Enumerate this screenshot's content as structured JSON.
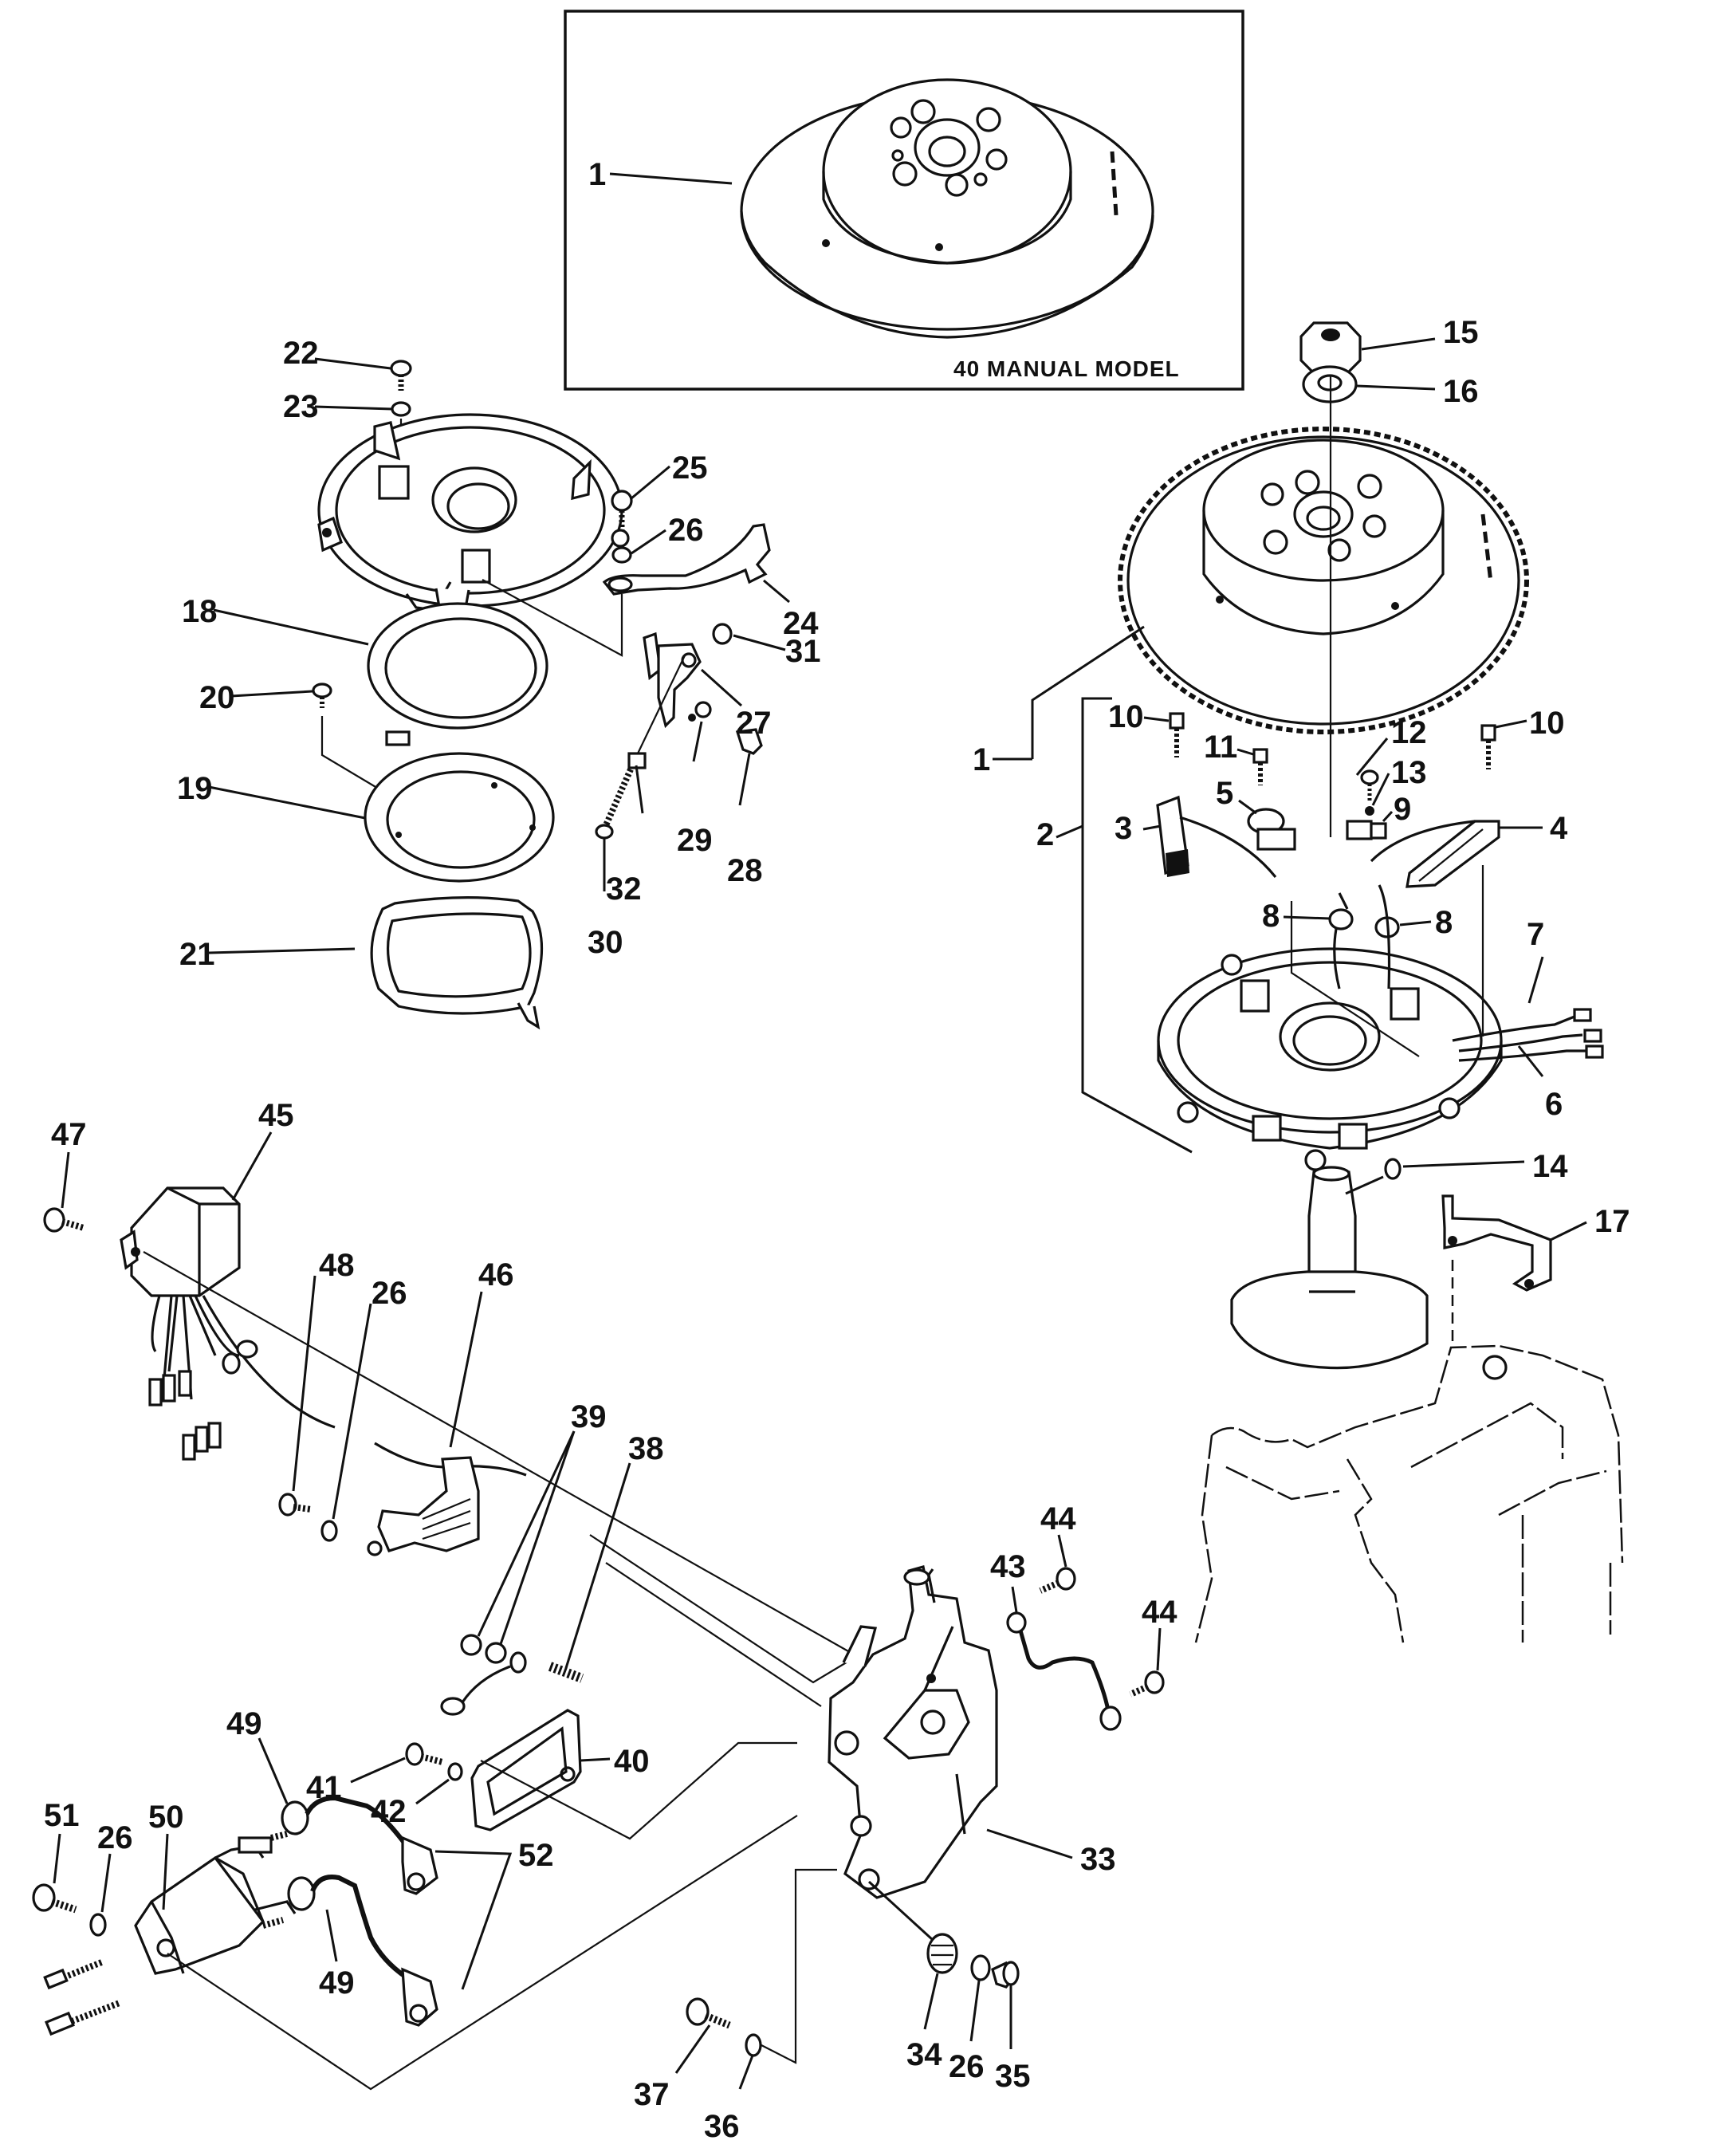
{
  "inset": {
    "caption": "40 MANUAL MODEL",
    "callout": "1"
  },
  "callouts": [
    {
      "id": "c1a",
      "text": "1"
    },
    {
      "id": "c2",
      "text": "2"
    },
    {
      "id": "c3",
      "text": "3"
    },
    {
      "id": "c4",
      "text": "4"
    },
    {
      "id": "c5",
      "text": "5"
    },
    {
      "id": "c6",
      "text": "6"
    },
    {
      "id": "c7",
      "text": "7"
    },
    {
      "id": "c8a",
      "text": "8"
    },
    {
      "id": "c8b",
      "text": "8"
    },
    {
      "id": "c9",
      "text": "9"
    },
    {
      "id": "c10a",
      "text": "10"
    },
    {
      "id": "c10b",
      "text": "10"
    },
    {
      "id": "c11",
      "text": "11"
    },
    {
      "id": "c12",
      "text": "12"
    },
    {
      "id": "c13",
      "text": "13"
    },
    {
      "id": "c14",
      "text": "14"
    },
    {
      "id": "c15",
      "text": "15"
    },
    {
      "id": "c16",
      "text": "16"
    },
    {
      "id": "c17",
      "text": "17"
    },
    {
      "id": "c18",
      "text": "18"
    },
    {
      "id": "c19",
      "text": "19"
    },
    {
      "id": "c20",
      "text": "20"
    },
    {
      "id": "c21",
      "text": "21"
    },
    {
      "id": "c22",
      "text": "22"
    },
    {
      "id": "c23",
      "text": "23"
    },
    {
      "id": "c24",
      "text": "24"
    },
    {
      "id": "c25",
      "text": "25"
    },
    {
      "id": "c26a",
      "text": "26"
    },
    {
      "id": "c26b",
      "text": "26"
    },
    {
      "id": "c26c",
      "text": "26"
    },
    {
      "id": "c26d",
      "text": "26"
    },
    {
      "id": "c27",
      "text": "27"
    },
    {
      "id": "c28",
      "text": "28"
    },
    {
      "id": "c29",
      "text": "29"
    },
    {
      "id": "c30",
      "text": "30"
    },
    {
      "id": "c31",
      "text": "31"
    },
    {
      "id": "c32",
      "text": "32"
    },
    {
      "id": "c33",
      "text": "33"
    },
    {
      "id": "c34",
      "text": "34"
    },
    {
      "id": "c35",
      "text": "35"
    },
    {
      "id": "c36",
      "text": "36"
    },
    {
      "id": "c37",
      "text": "37"
    },
    {
      "id": "c38",
      "text": "38"
    },
    {
      "id": "c39",
      "text": "39"
    },
    {
      "id": "c40",
      "text": "40"
    },
    {
      "id": "c41",
      "text": "41"
    },
    {
      "id": "c42",
      "text": "42"
    },
    {
      "id": "c43",
      "text": "43"
    },
    {
      "id": "c44a",
      "text": "44"
    },
    {
      "id": "c44b",
      "text": "44"
    },
    {
      "id": "c45",
      "text": "45"
    },
    {
      "id": "c46",
      "text": "46"
    },
    {
      "id": "c47",
      "text": "47"
    },
    {
      "id": "c48",
      "text": "48"
    },
    {
      "id": "c49a",
      "text": "49"
    },
    {
      "id": "c49b",
      "text": "49"
    },
    {
      "id": "c50",
      "text": "50"
    },
    {
      "id": "c51",
      "text": "51"
    },
    {
      "id": "c52",
      "text": "52"
    }
  ]
}
